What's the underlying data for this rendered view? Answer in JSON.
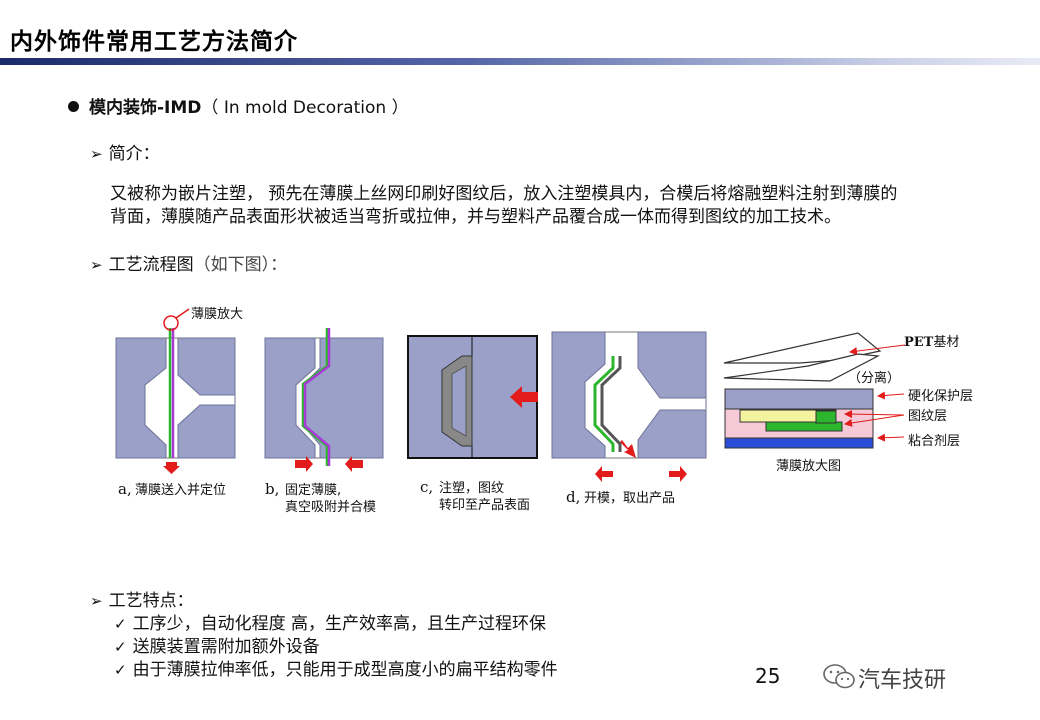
{
  "header": {
    "title": "内外饰件常用工艺方法简介"
  },
  "section": {
    "heading_bold": "模内装饰-IMD",
    "heading_rest": "（ In mold Decoration ）",
    "intro_label": "简介：",
    "intro_text_1": "又被称为嵌片注塑， 预先在薄膜上丝网印刷好图纹后，放入注塑模具内，合模后将熔融塑料注射到薄膜的",
    "intro_text_2": "背面，薄膜随产品表面形状被适当弯折或拉伸，并与塑料产品覆合成一体而得到图纹的加工技术。",
    "flow_label": "工艺流程图",
    "flow_note": "（如下图）：",
    "features_label": "工艺特点：",
    "features": [
      "工序少，自动化程度 高，生产效率高，且生产过程环保",
      "送膜装置需附加额外设备",
      "由于薄膜拉伸率低，只能用于成型高度小的扁平结构零件"
    ]
  },
  "diagram": {
    "film_zoom": "薄膜放大",
    "step_a_letter": "a,",
    "step_a": "薄膜送入并定位",
    "step_b_letter": "b,",
    "step_b_1": "固定薄膜,",
    "step_b_2": "真空吸附并合模",
    "step_c_letter": "c,",
    "step_c_1": "注塑，图纹",
    "step_c_2": "转印至产品表面",
    "step_d_letter": "d,",
    "step_d": "开模，取出产品",
    "pet": "PET",
    "pet_rest": "基材",
    "separate": "（分离）",
    "layer_hard": "硬化保护层",
    "layer_pattern": "图纹层",
    "layer_adhesive": "粘合剂层",
    "zoom_title": "薄膜放大图"
  },
  "footer": {
    "page": "25",
    "watermark": "汽车技研"
  },
  "colors": {
    "mold": "#9aa0c8",
    "film_green": "#2db52d",
    "film_purple": "#a83bd6",
    "arrow_red": "#e21b1b",
    "adhesive_blue": "#2a4fd6",
    "pattern_yellow": "#f4f3a0",
    "pink_layer": "#f5c9d6"
  }
}
